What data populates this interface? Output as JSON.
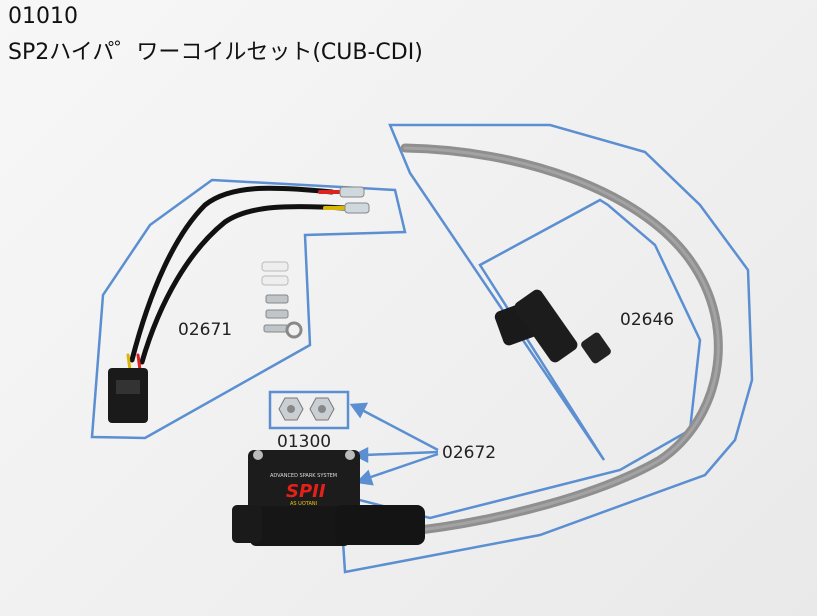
{
  "title": {
    "code": "01010",
    "name": "SP2ハイパ゜ワーコイルセット(CUB-CDI)"
  },
  "labels": {
    "harness": "02671",
    "plug_cap": "02646",
    "nuts": "01300",
    "coil": "02672"
  },
  "colors": {
    "outline": "#5b8fd1",
    "cable_gray": "#8f8f8f",
    "coil_body": "#1c1c1c",
    "logo_red": "#e32119",
    "logo_yellow": "#f0c419"
  },
  "coil_print": {
    "top_text": "ADVANCED SPARK SYSTEM",
    "logo": "SPII",
    "bottom_text": "AS UOTANI"
  }
}
